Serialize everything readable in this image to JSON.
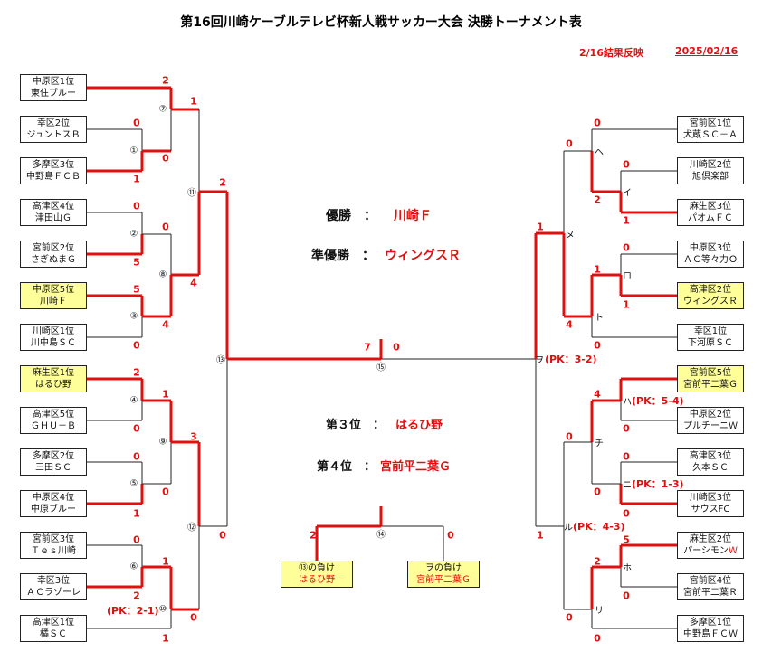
{
  "header": {
    "title": "第16回川崎ケーブルテレビ杯新人戦サッカー大会 決勝トーナメント表",
    "update_note": "2/16結果反映",
    "date": "2025/02/16"
  },
  "left_teams": [
    {
      "line1": "中原区1位",
      "line2": "東住ブルー",
      "highlight": false
    },
    {
      "line1": "幸区2位",
      "line2": "ジュントスＢ",
      "highlight": false
    },
    {
      "line1": "多摩区3位",
      "line2": "中野島ＦＣＢ",
      "highlight": false
    },
    {
      "line1": "高津区4位",
      "line2": "津田山Ｇ",
      "highlight": false
    },
    {
      "line1": "宮前区2位",
      "line2": "さぎぬまＧ",
      "highlight": false
    },
    {
      "line1": "中原区5位",
      "line2": "川崎Ｆ",
      "highlight": true
    },
    {
      "line1": "川崎区1位",
      "line2": "川中島ＳＣ",
      "highlight": false
    },
    {
      "line1": "麻生区1位",
      "line2": "はるひ野",
      "highlight": true
    },
    {
      "line1": "高津区5位",
      "line2": "ＧＨＵ－Ｂ",
      "highlight": false
    },
    {
      "line1": "多摩区2位",
      "line2": "三田ＳＣ",
      "highlight": false
    },
    {
      "line1": "中原区4位",
      "line2": "中原ブルー",
      "highlight": false
    },
    {
      "line1": "宮前区3位",
      "line2": "Ｔｅｓ川崎",
      "highlight": false
    },
    {
      "line1": "幸区3位",
      "line2": "ＡＣラゾーレ",
      "highlight": false
    },
    {
      "line1": "高津区1位",
      "line2": "橘ＳＣ",
      "highlight": false
    }
  ],
  "right_teams": [
    {
      "line1": "宮前区1位",
      "line2": "犬蔵ＳＣ－Ａ",
      "highlight": false
    },
    {
      "line1": "川崎区2位",
      "line2": "旭倶楽部",
      "highlight": false
    },
    {
      "line1": "麻生区3位",
      "line2": "パオムＦＣ",
      "highlight": false
    },
    {
      "line1": "中原区3位",
      "line2": "ＡＣ等々力Ｏ",
      "highlight": false
    },
    {
      "line1": "高津区2位",
      "line2": "ウィングスＲ",
      "highlight": true
    },
    {
      "line1": "幸区1位",
      "line2": "下河原ＳＣ",
      "highlight": false
    },
    {
      "line1": "宮前区5位",
      "line2": "宮前平二葉Ｇ",
      "highlight": true
    },
    {
      "line1": "中原区2位",
      "line2": "プルチーニＷ",
      "highlight": false
    },
    {
      "line1": "高津区3位",
      "line2": "久本ＳＣ",
      "highlight": false
    },
    {
      "line1": "川崎区3位",
      "line2": "サウスFC",
      "highlight": false
    },
    {
      "line1": "麻生区2位",
      "line2": "パーシモン",
      "line2_red": "Ｗ",
      "highlight": false
    },
    {
      "line1": "宮前区4位",
      "line2": "宮前平二葉Ｒ",
      "highlight": false
    },
    {
      "line1": "多摩区1位",
      "line2": "中野島ＦＣＷ",
      "highlight": false
    }
  ],
  "match_labels": {
    "m1": "①",
    "m2": "②",
    "m3": "③",
    "m4": "④",
    "m5": "⑤",
    "m6": "⑥",
    "m7": "⑦",
    "m8": "⑧",
    "m9": "⑨",
    "m10": "⑩",
    "m11": "⑪",
    "m12": "⑫",
    "m13": "⑬",
    "m14": "⑭",
    "m15": "⑮",
    "he": "ヘ",
    "i": "イ",
    "ro": "ロ",
    "to": "ト",
    "nu": "ヌ",
    "ha": "ハ",
    "chi": "チ",
    "ni": "ニ",
    "ho": "ホ",
    "ri": "リ",
    "ru": "ル",
    "wo": "ヲ"
  },
  "pk_notes": {
    "m10": "(PK：2-1)",
    "wo": "(PK：3-2)",
    "ha": "(PK：5-4)",
    "ni": "(PK：1-3)",
    "ru": "(PK：4-3)"
  },
  "scores": {
    "l_m7_top": "2",
    "l_m1_top": "0",
    "l_m1_bot": "1",
    "l_m7_bot": "0",
    "l_m2_top": "0",
    "l_m2_bot": "5",
    "l_m8_top": "0",
    "l_m3_top": "5",
    "l_m3_bot": "0",
    "l_m8_bot": "4",
    "l_m11_top": "1",
    "l_m11_bot": "4",
    "l_m13_top": "2",
    "l_m4_top": "2",
    "l_m4_bot": "0",
    "l_m9_top": "1",
    "l_m5_top": "0",
    "l_m5_bot": "1",
    "l_m9_bot": "0",
    "l_m12_top": "3",
    "l_m6_top": "0",
    "l_m10_top": "1",
    "l_m6_bot": "2",
    "l_m10_bot": "0",
    "l_m12_bot": "1",
    "l_m13_bot": "0",
    "final_left": "7",
    "final_right": "0",
    "r_he_top": "0",
    "r_nu_top": "0",
    "r_i_top": "0",
    "r_i_bot": "1",
    "r_he_bot": "2",
    "r_ro_top": "0",
    "r_to_top": "1",
    "r_ro_bot": "1",
    "r_nu_bot": "4",
    "r_to_bot": "0",
    "r_wo_top": "1",
    "r_ha_top": "4",
    "r_ha_bot": "0",
    "r_chi_top": "0",
    "r_chi_bot": "0",
    "r_ni_top": "0",
    "r_ni_bot": "0",
    "r_ru_top": "1",
    "r_ho_top": "5",
    "r_ri_top": "2",
    "r_ho_bot": "0",
    "r_ri_bot": "0",
    "r_ru_bot": "0",
    "third_left": "2",
    "third_right": "0"
  },
  "results": {
    "champion_label": "優勝　：",
    "champion": "川崎Ｆ",
    "runner_up_label": "準優勝　：",
    "runner_up": "ウィングスＲ",
    "third_label": "第３位　：",
    "third": "はるひ野",
    "fourth_label": "第４位　：",
    "fourth": "宮前平二葉Ｇ"
  },
  "third_place": {
    "left_line1": "⑬の負け",
    "left_line2": "はるひ野",
    "right_line1": "ヲの負け",
    "right_line2": "宮前平二葉Ｇ"
  },
  "colors": {
    "win": "#e01010",
    "lose": "#222222",
    "highlight": "#ffff99"
  }
}
